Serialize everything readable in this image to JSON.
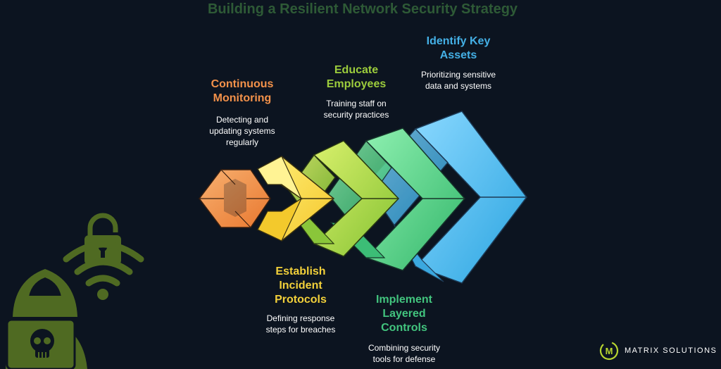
{
  "title": "Building a Resilient Network Security Strategy",
  "steps": [
    {
      "heading": "Continuous Monitoring",
      "heading_lines": [
        "Continuous",
        "Monitoring"
      ],
      "desc_lines": [
        "Detecting and",
        "updating systems",
        "regularly"
      ],
      "color": "#f2914a"
    },
    {
      "heading": "Establish Incident Protocols",
      "heading_lines": [
        "Establish",
        "Incident",
        "Protocols"
      ],
      "desc_lines": [
        "Defining response",
        "steps for breaches"
      ],
      "color": "#f2d03a"
    },
    {
      "heading": "Educate Employees",
      "heading_lines": [
        "Educate",
        "Employees"
      ],
      "desc_lines": [
        "Training staff on",
        "security practices"
      ],
      "color": "#9ccc3c"
    },
    {
      "heading": "Implement Layered Controls",
      "heading_lines": [
        "Implement",
        "Layered",
        "Controls"
      ],
      "desc_lines": [
        "Combining security",
        "tools for defense"
      ],
      "color": "#42c47e"
    },
    {
      "heading": "Identify Key Assets",
      "heading_lines": [
        "Identify Key",
        "Assets"
      ],
      "desc_lines": [
        "Prioritizing sensitive",
        "data and systems"
      ],
      "color": "#44b0e6"
    }
  ],
  "brand": {
    "name": "MATRIX SOLUTIONS",
    "letter": "M",
    "accent": "#b8d530"
  },
  "icons": [
    "hacker-icon",
    "skull-icon",
    "padlock-icon",
    "wifi-icon",
    "matrix-solutions-logo"
  ]
}
